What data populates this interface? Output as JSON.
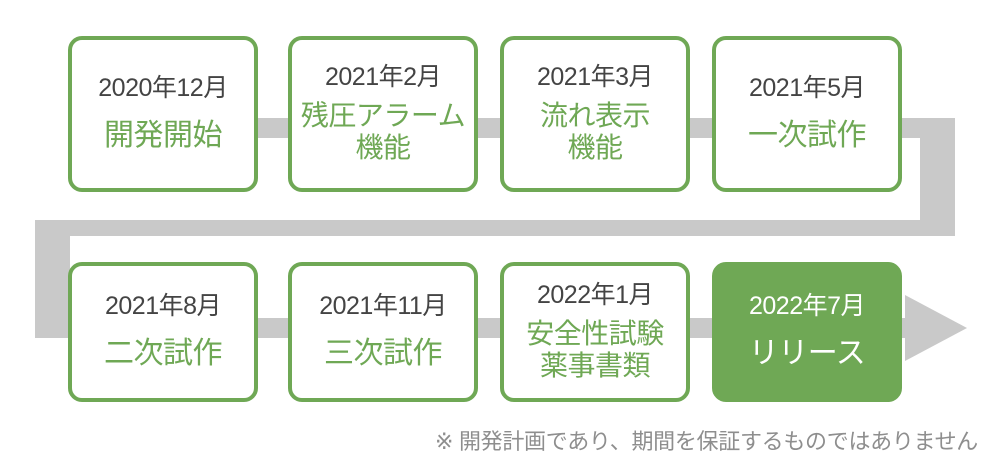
{
  "diagram": {
    "title_note": "※ 開発計画であり、期間を保証するものではありません",
    "colors": {
      "accent_green": "#6fa855",
      "connector_gray": "#c9c9c9",
      "date_text": "#444444",
      "note_text": "#8e8e8e"
    },
    "milestones": [
      {
        "date": "2020年12月",
        "label_line1": "開発開始",
        "label_line2": "",
        "highlighted": false
      },
      {
        "date": "2021年2月",
        "label_line1": "残圧アラーム",
        "label_line2": "機能",
        "highlighted": false
      },
      {
        "date": "2021年3月",
        "label_line1": "流れ表示",
        "label_line2": "機能",
        "highlighted": false
      },
      {
        "date": "2021年5月",
        "label_line1": "一次試作",
        "label_line2": "",
        "highlighted": false
      },
      {
        "date": "2021年8月",
        "label_line1": "二次試作",
        "label_line2": "",
        "highlighted": false
      },
      {
        "date": "2021年11月",
        "label_line1": "三次試作",
        "label_line2": "",
        "highlighted": false
      },
      {
        "date": "2022年1月",
        "label_line1": "安全性試験",
        "label_line2": "薬事書類",
        "highlighted": false
      },
      {
        "date": "2022年7月",
        "label_line1": "リリース",
        "label_line2": "",
        "highlighted": true
      }
    ]
  }
}
